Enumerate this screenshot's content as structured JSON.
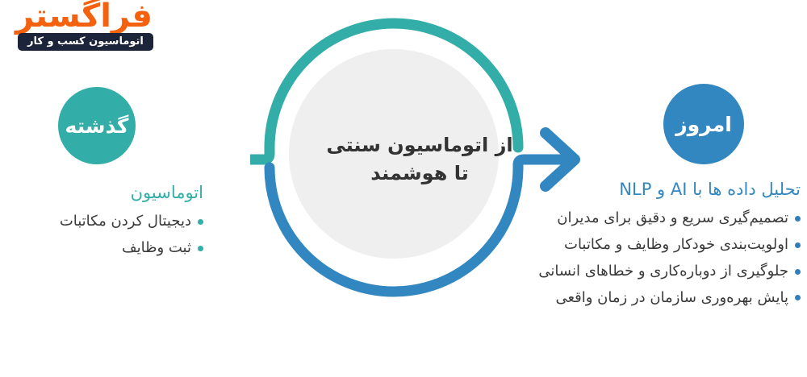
{
  "logo": {
    "word": "فراگستر",
    "tagline": "اتوماسیون کسب و کار",
    "word_color": "#F4610F",
    "banner_color": "#1B2438"
  },
  "center": {
    "line1": "از اتوماسیون سنتی",
    "line2": "تا هوشمند",
    "inner_circle_color": "#EFEFEF",
    "text_color": "#333333"
  },
  "arrows": {
    "past_arc_color": "#32ADA8",
    "today_arc_color": "#3387C0",
    "left_arrow_name": "arrow-left",
    "right_arrow_name": "arrow-right"
  },
  "past": {
    "badge": "گذشته",
    "badge_color": "#32ADA8",
    "heading": "اتوماسیون",
    "items": [
      "دیجیتال کردن مکاتبات",
      "ثبت وظایف"
    ]
  },
  "today": {
    "badge": "امروز",
    "badge_color": "#3387C0",
    "heading": "تحلیل داده ها با AI و NLP",
    "items": [
      "تصمیم‌گیری سریع و دقیق برای مدیران",
      "اولویت‌بندی خودکار وظایف و مکاتبات",
      "جلوگیری از دوباره‌کاری و خطاهای انسانی",
      "پایش بهره‌وری سازمان در زمان واقعی"
    ]
  }
}
